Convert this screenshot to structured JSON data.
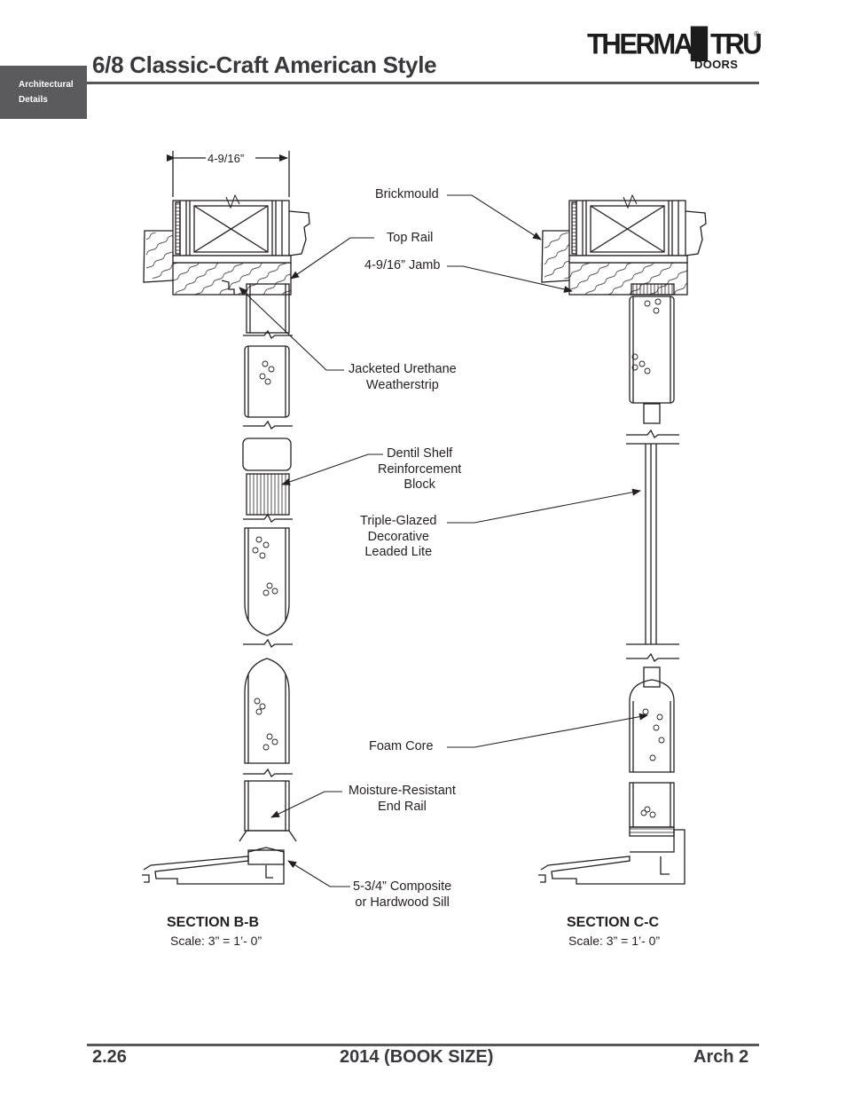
{
  "sidebar_tab": {
    "line1": "Architectural",
    "line2": "Details"
  },
  "header": {
    "title": "6/8 Classic-Craft American Style"
  },
  "logo": {
    "main": "THERMA▊TRU",
    "sub": "DOORS",
    "reg": "®"
  },
  "diagram": {
    "dimension": "4-9/16”",
    "callouts": {
      "brickmould": "Brickmould",
      "top_rail": "Top Rail",
      "jamb": "4-9/16” Jamb",
      "weatherstrip_1": "Jacketed Urethane",
      "weatherstrip_2": "Weatherstrip",
      "dentil_1": "Dentil Shelf",
      "dentil_2": "Reinforcement",
      "dentil_3": "Block",
      "lite_1": "Triple-Glazed",
      "lite_2": "Decorative",
      "lite_3": "Leaded Lite",
      "foam_core": "Foam Core",
      "end_rail_1": "Moisture-Resistant",
      "end_rail_2": "End Rail",
      "sill_1": "5-3/4” Composite",
      "sill_2": "or Hardwood Sill"
    },
    "sections": [
      {
        "name": "SECTION B-B",
        "scale": "Scale:  3” = 1’- 0”"
      },
      {
        "name": "SECTION C-C",
        "scale": "Scale:  3” = 1’- 0”"
      }
    ]
  },
  "footer": {
    "page": "2.26",
    "edition": "2014 (BOOK SIZE)",
    "section": "Arch 2"
  }
}
